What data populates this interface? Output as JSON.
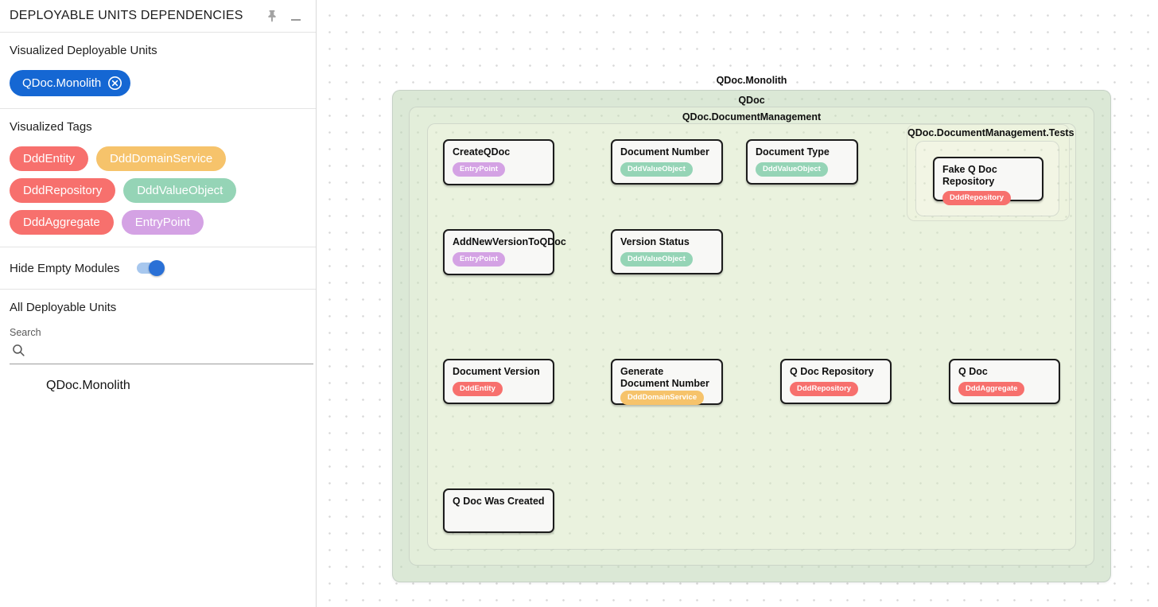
{
  "panel": {
    "title": "DEPLOYABLE UNITS DEPENDENCIES",
    "visualized_units": {
      "heading": "Visualized Deployable Units",
      "chips": [
        {
          "label": "QDoc.Monolith"
        }
      ]
    },
    "visualized_tags": {
      "heading": "Visualized Tags",
      "tags": [
        {
          "label": "DddEntity",
          "color": "#f7706d"
        },
        {
          "label": "DddDomainService",
          "color": "#f6c36b"
        },
        {
          "label": "DddRepository",
          "color": "#f7706d"
        },
        {
          "label": "DddValueObject",
          "color": "#95d4b6"
        },
        {
          "label": "DddAggregate",
          "color": "#f7706d"
        },
        {
          "label": "EntryPoint",
          "color": "#d4a2e4"
        }
      ]
    },
    "hide_empty": {
      "label": "Hide Empty Modules",
      "enabled": true
    },
    "all_units": {
      "heading": "All Deployable Units",
      "search_label": "Search",
      "items": [
        {
          "label": "QDoc.Monolith"
        }
      ]
    }
  },
  "colors": {
    "accent_blue": "#1567d3",
    "toggle_track": "#a7c7ee",
    "toggle_knob": "#2a70d6",
    "module_outer": "#dbe8d6",
    "module_mid": "#e3eeda",
    "module_inner": "#eaf2de",
    "tests_outer": "#edf3de",
    "tests_inner": "#f2f5e4",
    "node_border": "#1c1c1c"
  },
  "diagram": {
    "root_label": "QDoc.Monolith",
    "modules": {
      "qdoc": "QDoc",
      "document_management": "QDoc.DocumentManagement",
      "tests": "QDoc.DocumentManagement.Tests"
    },
    "nodes": [
      {
        "title": "CreateQDoc",
        "tag": "EntryPoint",
        "tag_color": "#d4a2e4"
      },
      {
        "title": "Document Number",
        "tag": "DddValueObject",
        "tag_color": "#95d4b6"
      },
      {
        "title": "Document Type",
        "tag": "DddValueObject",
        "tag_color": "#95d4b6"
      },
      {
        "title": "AddNewVersionToQDoc",
        "tag": "EntryPoint",
        "tag_color": "#d4a2e4"
      },
      {
        "title": "Version Status",
        "tag": "DddValueObject",
        "tag_color": "#95d4b6"
      },
      {
        "title": "Document Version",
        "tag": "DddEntity",
        "tag_color": "#f7706d"
      },
      {
        "title": "Generate Document Number",
        "tag": "DddDomainService",
        "tag_color": "#f6c36b"
      },
      {
        "title": "Q Doc Repository",
        "tag": "DddRepository",
        "tag_color": "#f7706d"
      },
      {
        "title": "Q Doc",
        "tag": "DddAggregate",
        "tag_color": "#f7706d"
      },
      {
        "title": "Q Doc Was Created",
        "tag": ""
      },
      {
        "title": "Fake Q Doc Repository",
        "tag": "DddRepository",
        "tag_color": "#f7706d"
      }
    ]
  }
}
